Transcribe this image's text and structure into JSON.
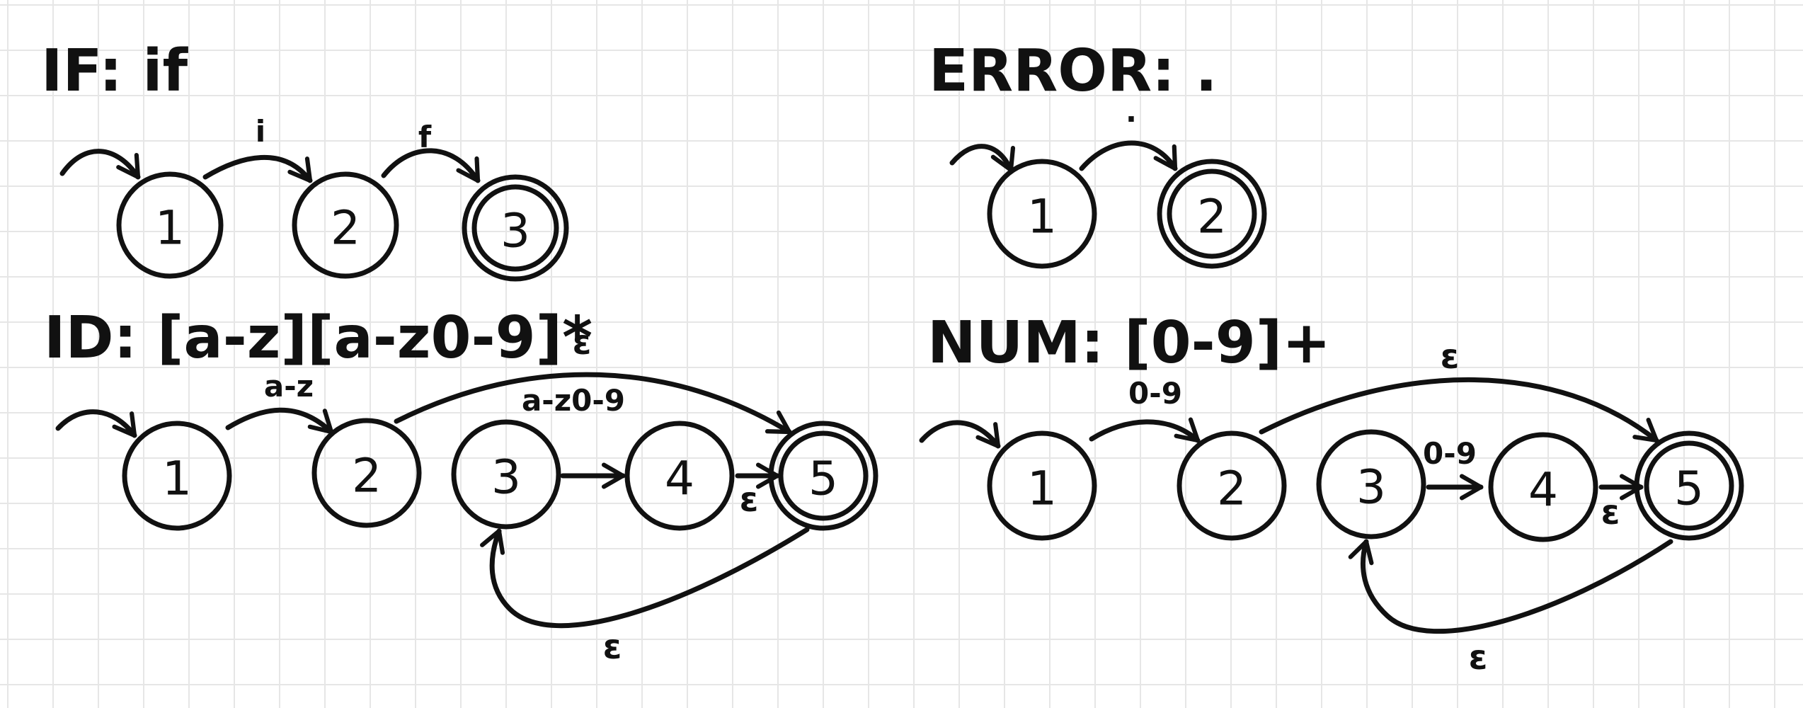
{
  "colors": {
    "ink": "#111111",
    "grid": "#e6e6e6",
    "paper": "#ffffff"
  },
  "automata": [
    {
      "id": "if",
      "title": "IF: if",
      "states": [
        "1",
        "2",
        "3"
      ],
      "accepting": [
        "3"
      ],
      "edges": [
        {
          "from": "start",
          "to": "1",
          "label": ""
        },
        {
          "from": "1",
          "to": "2",
          "label": "i"
        },
        {
          "from": "2",
          "to": "3",
          "label": "f"
        }
      ]
    },
    {
      "id": "error",
      "title": "ERROR: .",
      "states": [
        "1",
        "2"
      ],
      "accepting": [
        "2"
      ],
      "edges": [
        {
          "from": "start",
          "to": "1",
          "label": ""
        },
        {
          "from": "1",
          "to": "2",
          "label": "."
        }
      ]
    },
    {
      "id": "id",
      "title": "ID: [a-z][a-z0-9]*",
      "states": [
        "1",
        "2",
        "3",
        "4",
        "5"
      ],
      "accepting": [
        "5"
      ],
      "edges": [
        {
          "from": "start",
          "to": "1",
          "label": ""
        },
        {
          "from": "1",
          "to": "2",
          "label": "a-z"
        },
        {
          "from": "2",
          "to": "5",
          "label": "ε"
        },
        {
          "from": "3",
          "to": "4",
          "label": "a-z0-9"
        },
        {
          "from": "4",
          "to": "5",
          "label": "ε"
        },
        {
          "from": "5",
          "to": "3",
          "label": "ε"
        }
      ]
    },
    {
      "id": "num",
      "title": "NUM: [0-9]+",
      "states": [
        "1",
        "2",
        "3",
        "4",
        "5"
      ],
      "accepting": [
        "5"
      ],
      "edges": [
        {
          "from": "start",
          "to": "1",
          "label": ""
        },
        {
          "from": "1",
          "to": "2",
          "label": "0-9"
        },
        {
          "from": "2",
          "to": "5",
          "label": "ε"
        },
        {
          "from": "3",
          "to": "4",
          "label": "0-9"
        },
        {
          "from": "4",
          "to": "5",
          "label": "ε"
        },
        {
          "from": "5",
          "to": "3",
          "label": "ε"
        }
      ]
    }
  ]
}
